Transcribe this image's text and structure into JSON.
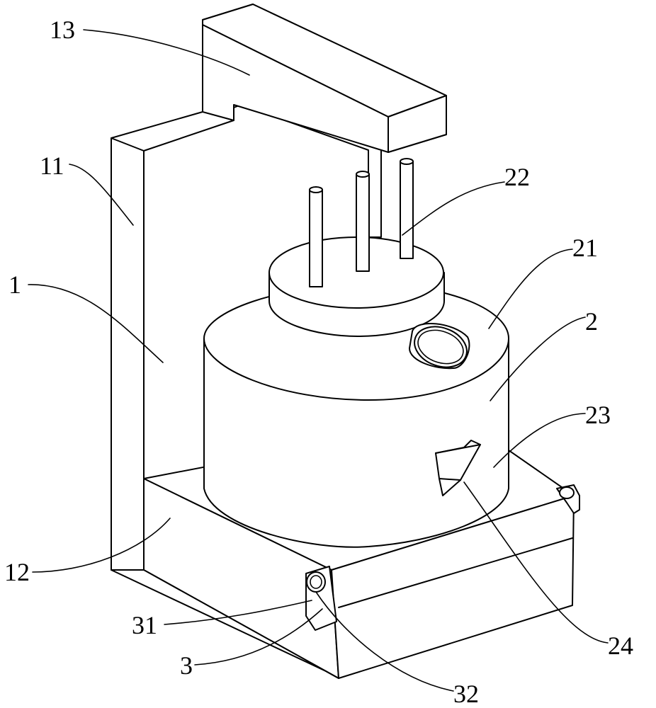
{
  "labels": {
    "l13": "13",
    "l11": "11",
    "l1": "1",
    "l22": "22",
    "l21": "21",
    "l2": "2",
    "l23": "23",
    "l12": "12",
    "l31": "31",
    "l3": "3",
    "l24": "24",
    "l32": "32"
  }
}
